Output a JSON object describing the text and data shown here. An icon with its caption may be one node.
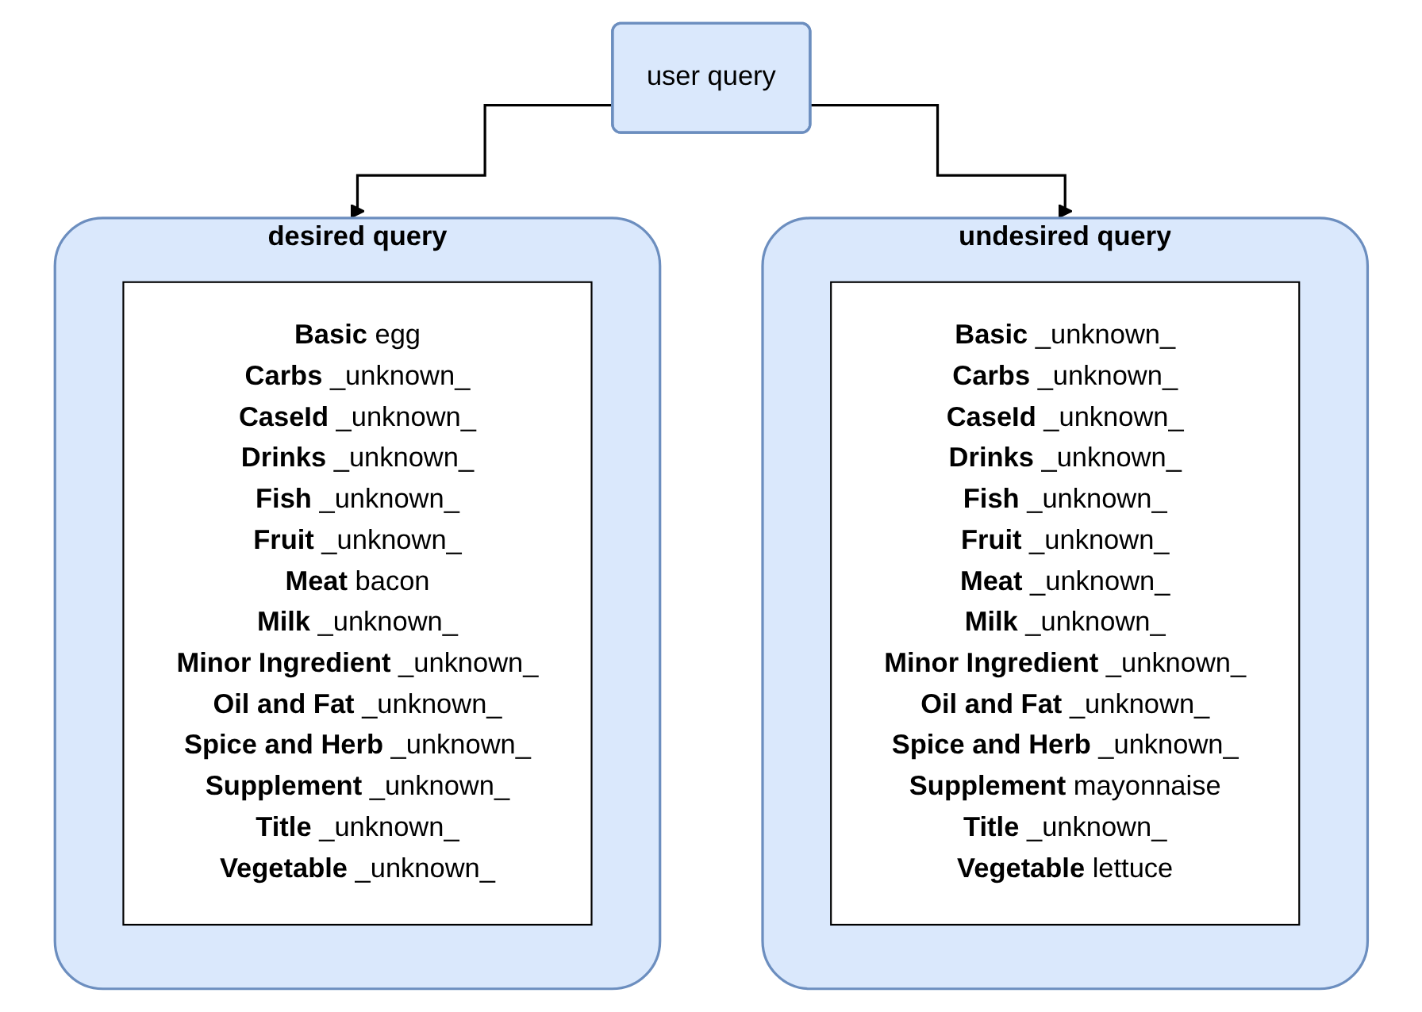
{
  "diagram": {
    "nodes": [
      {
        "text": [
          "user query"
        ]
      },
      {
        "text": [
          "desired query"
        ]
      },
      {
        "text": [
          "Basic",
          "egg",
          "Carbs",
          "_unknown_",
          "CaseId",
          "_unknown_",
          "Drinks",
          "_unknown_",
          "Fish",
          "_unknown_",
          "Fruit",
          "_unknown_",
          "Meat",
          "bacon",
          "Milk",
          "_unknown_",
          "Minor Ingredient",
          "_unknown_",
          "Oil and Fat",
          "_unknown_",
          "Spice and Herb",
          "_unknown_",
          "Supplement",
          "_unknown_",
          "Title",
          "_unknown_",
          "Vegetable",
          "_unknown_"
        ],
        "in": 1
      },
      {
        "text": [
          "undesired query"
        ]
      },
      {
        "text": [
          "Basic",
          "_unknown_",
          "Carbs",
          "_unknown_",
          "CaseId",
          "_unknown_",
          "Drinks",
          "_unknown_",
          "Fish",
          "_unknown_",
          "Fruit",
          "_unknown_",
          "Meat",
          "_unknown_",
          "Milk",
          "_unknown_",
          "Minor Ingredient",
          "_unknown_",
          "Oil and Fat",
          "_unknown_",
          "Spice and Herb",
          "_unknown_",
          "Supplement",
          "mayonnaise",
          "Title",
          "_unknown_",
          "Vegetable",
          "lettuce"
        ],
        "in": 3
      }
    ],
    "edges": [
      {
        "from": 0,
        "to": 1,
        "arrow": "to"
      },
      {
        "from": 0,
        "to": 3,
        "arrow": "to"
      }
    ]
  }
}
